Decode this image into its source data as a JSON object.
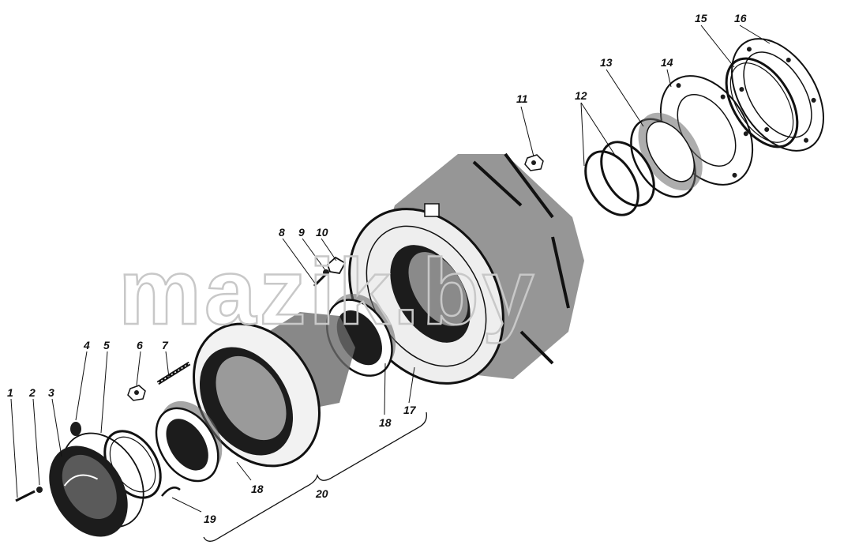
{
  "watermark": "mazik.by",
  "labels": [
    "1",
    "2",
    "3",
    "4",
    "5",
    "6",
    "7",
    "8",
    "9",
    "10",
    "11",
    "12",
    "13",
    "14",
    "15",
    "16",
    "17",
    "18",
    "18",
    "19",
    "20"
  ],
  "colors": {
    "ink": "#111111",
    "paper": "#ffffff",
    "watermark": "#c8c8c8"
  }
}
